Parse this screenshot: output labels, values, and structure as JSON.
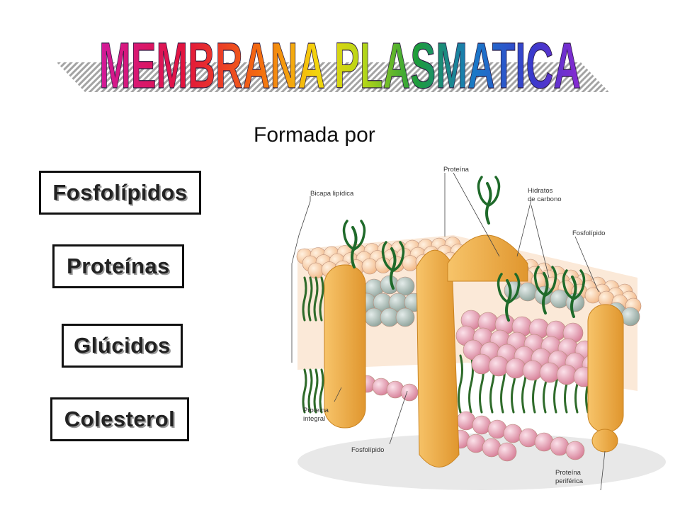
{
  "title": "MEMBRANA PLASMATICA",
  "subtitle": "Formada por",
  "components": [
    {
      "label": "Fosfolípidos"
    },
    {
      "label": "Proteínas"
    },
    {
      "label": "Glúcidos"
    },
    {
      "label": "Colesterol"
    }
  ],
  "diagram": {
    "labels": {
      "proteina": "Proteína",
      "bicapa": "Bicapa lipídica",
      "hidratos_1": "Hidratos",
      "hidratos_2": "de carbono",
      "fosfolipido_top": "Fosfolípido",
      "proteina_integral_1": "Proteína",
      "proteina_integral_2": "integral",
      "fosfolipido_bottom": "Fosfolípido",
      "proteina_periferica_1": "Proteína",
      "proteina_periferica_2": "periférica"
    }
  },
  "colors": {
    "protein": "#f0a840",
    "head_outer": "#f7c99a",
    "head_pink": "#e8a2b4",
    "head_grey": "#a9b8b2",
    "tail": "#2e6b2a",
    "carbohydrate": "#1f6a2a"
  }
}
